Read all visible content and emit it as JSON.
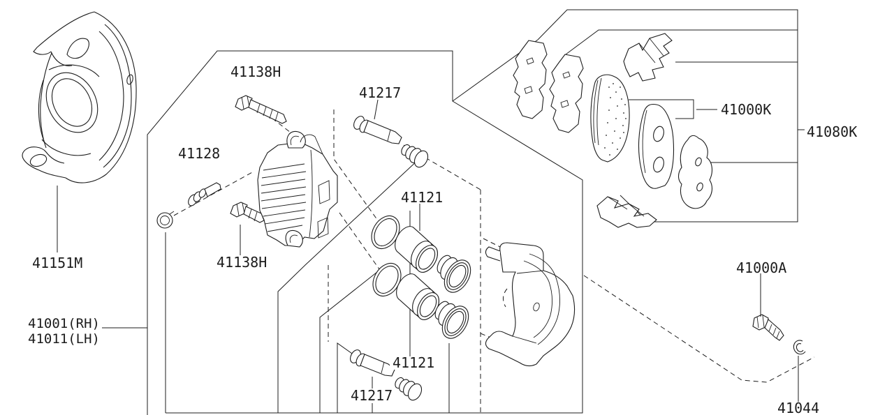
{
  "diagram": {
    "background": "#ffffff",
    "line_color": "#1c1c1c",
    "labels": {
      "splash_shield": "41151M",
      "pin_bolt_upper": "41138H",
      "pin_bolt_lower": "41138H",
      "slide_pin_upper": "41217",
      "slide_pin_lower": "41217",
      "lock_pin": "41128",
      "piston_group_upper": "41121",
      "piston_group_lower": "41121",
      "caliper_rh": "41001(RH)",
      "caliper_lh": "41011(LH)",
      "pad_set": "41000K",
      "hardware_kit": "41080K",
      "mount_bolt": "41000A",
      "washer": "41044"
    }
  }
}
